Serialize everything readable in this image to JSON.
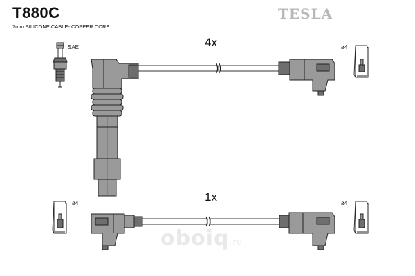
{
  "header": {
    "part_number": "T880C",
    "cable_spec": "7mm SILICONE CABLE- COPPER CORE",
    "brand": "TESLA"
  },
  "labels": {
    "sae": "SAE",
    "diameter": "ø4",
    "qty_top": "4x",
    "qty_bottom": "1x"
  },
  "watermark": {
    "main": "oboiq",
    "tld": ".ru"
  },
  "colors": {
    "connector": "#9a9a9a",
    "outline": "#222222",
    "brand": "#b8b8b8"
  }
}
